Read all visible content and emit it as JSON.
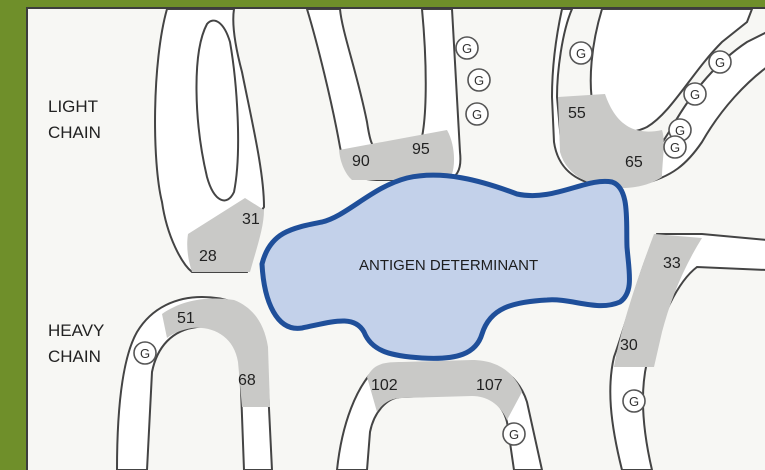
{
  "labels": {
    "light_chain_line1": "LIGHT",
    "light_chain_line2": "CHAIN",
    "heavy_chain_line1": "HEAVY",
    "heavy_chain_line2": "CHAIN",
    "antigen": "ANTIGEN DETERMINANT"
  },
  "residues": {
    "r28": "28",
    "r31": "31",
    "r90": "90",
    "r95": "95",
    "r55": "55",
    "r65": "65",
    "r51": "51",
    "r68": "68",
    "r102": "102",
    "r107": "107",
    "r33": "33",
    "r30": "30"
  },
  "glycine_symbol": "G",
  "colors": {
    "frame": "#6f8f2a",
    "antigen_fill": "#c3d1ea",
    "antigen_outline": "#1f4f9a",
    "contact_segment": "#c9c9c7"
  }
}
